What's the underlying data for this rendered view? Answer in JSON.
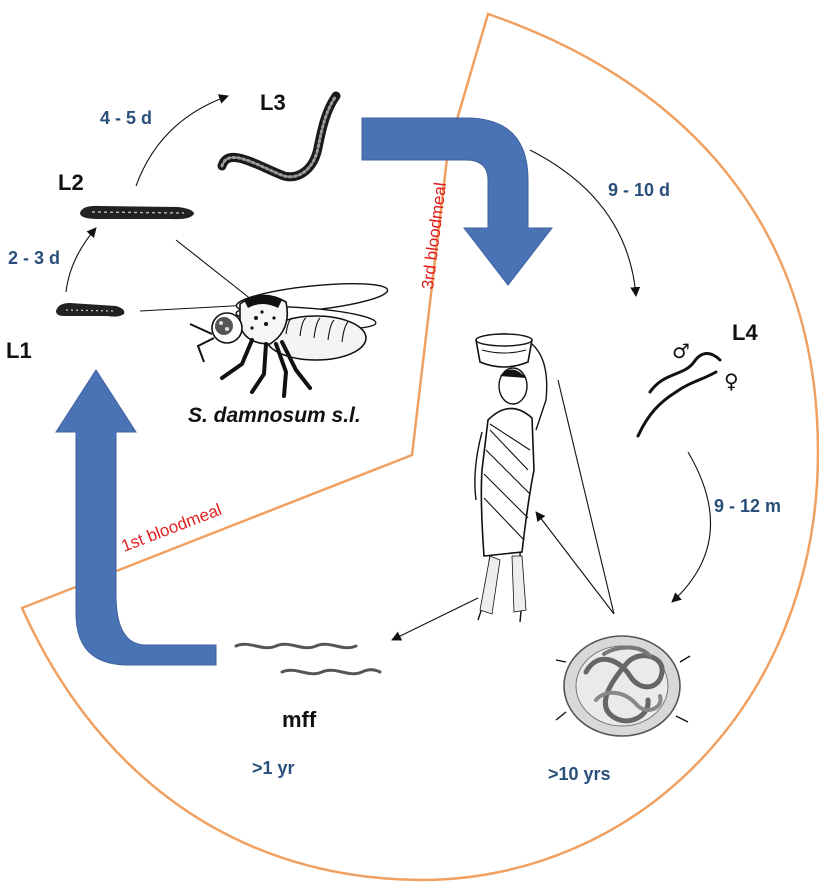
{
  "colors": {
    "outline": "#f0a060",
    "big_arrow": "#4a73b5",
    "duration_text": "#2a4f7a",
    "bloodmeal_text": "#e02020",
    "ink": "#111111"
  },
  "stages": {
    "l1": "L1",
    "l2": "L2",
    "l3": "L3",
    "l4": "L4",
    "mff": "mff"
  },
  "durations": {
    "l1_to_l2": "2 - 3 d",
    "l2_to_l3": "4 - 5 d",
    "l3_to_l4": "9 - 10 d",
    "l4_to_adult": "9 - 12 m",
    "adult_lifespan": ">10 yrs",
    "mff_lifespan": ">1 yr"
  },
  "vector_name": "S. damnosum s.l.",
  "bloodmeals": {
    "first": "1st bloodmeal",
    "third": "3rd bloodmeal"
  },
  "sex_symbols": {
    "male": "♂",
    "female": "♀"
  },
  "icons": [
    "blackfly-icon",
    "human-host-icon",
    "adult-worm-nodule-icon",
    "larva-icon",
    "microfilariae-icon"
  ]
}
